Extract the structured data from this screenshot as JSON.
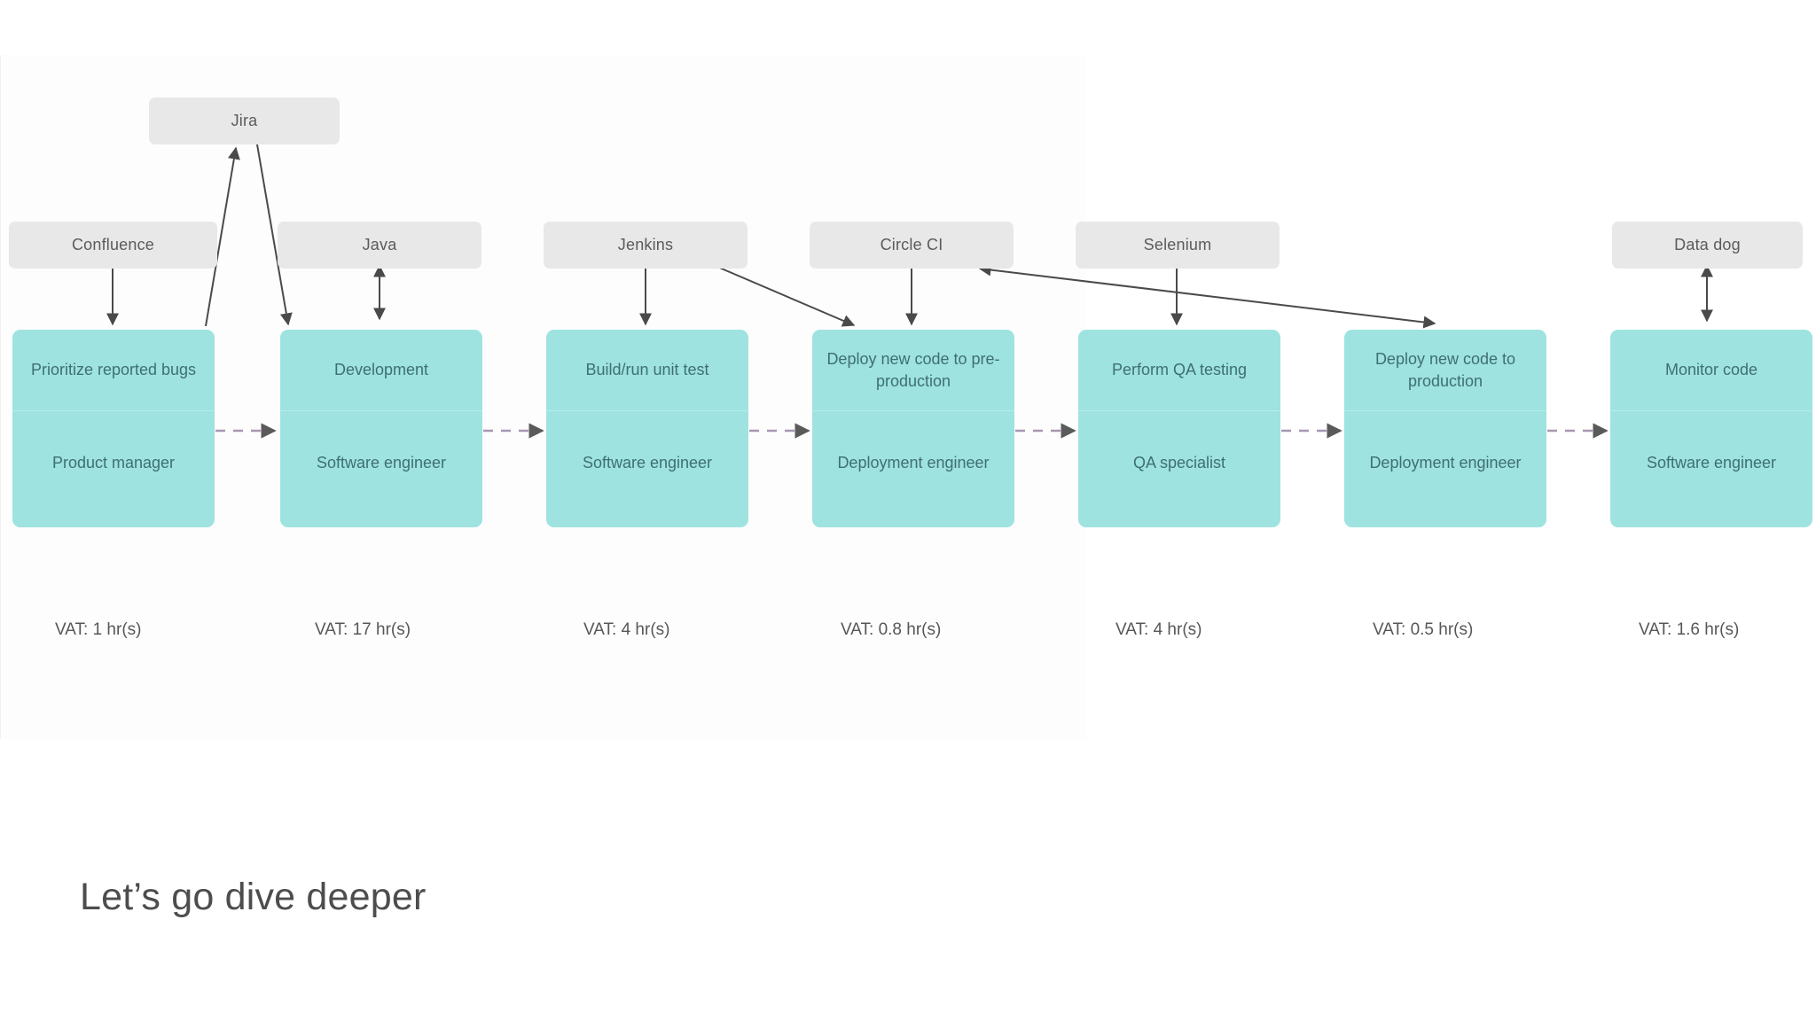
{
  "diagram": {
    "title_caption": "Let’s go dive deeper",
    "colors": {
      "step_fill": "#9ee3e0",
      "tool_fill": "#e8e8e8",
      "step_text": "#3f6f72",
      "tool_text": "#5b5b5b",
      "arrow": "#4a4a4a",
      "dashed_arrow": "#9b8fa6",
      "background": "#ffffff"
    },
    "steps": [
      {
        "task": "Prioritize reported bugs",
        "role": "Product manager",
        "vat": "VAT: 1 hr(s)"
      },
      {
        "task": "Development",
        "role": "Software engineer",
        "vat": "VAT: 17 hr(s)"
      },
      {
        "task": "Build/run unit test",
        "role": "Software engineer",
        "vat": "VAT: 4 hr(s)"
      },
      {
        "task": "Deploy new code to pre-production",
        "role": "Deployment engineer",
        "vat": "VAT: 0.8 hr(s)"
      },
      {
        "task": "Perform QA testing",
        "role": "QA specialist",
        "vat": "VAT: 4 hr(s)"
      },
      {
        "task": "Deploy new code to production",
        "role": "Deployment engineer",
        "vat": "VAT: 0.5 hr(s)"
      },
      {
        "task": "Monitor code",
        "role": "Software engineer",
        "vat": "VAT: 1.6 hr(s)"
      }
    ],
    "tools": [
      {
        "label": "Jira"
      },
      {
        "label": "Confluence"
      },
      {
        "label": "Java"
      },
      {
        "label": "Jenkins"
      },
      {
        "label": "Circle CI"
      },
      {
        "label": "Selenium"
      },
      {
        "label": "Data dog"
      }
    ]
  }
}
